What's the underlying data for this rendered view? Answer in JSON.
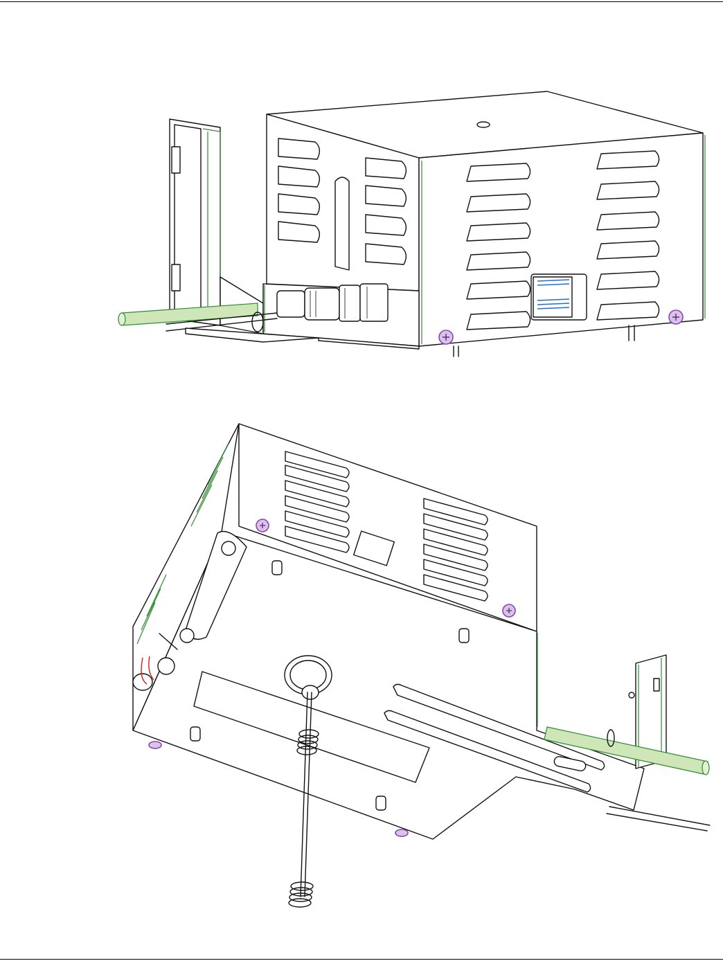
{
  "colors": {
    "line": "#111111",
    "edge_highlight": "#2e8b2e",
    "cable": "#cfe6b8",
    "screw": "#8e44ad",
    "label": "#1e6fd9",
    "wire_red": "#d11a1a"
  },
  "views": [
    {
      "id": "top-view",
      "description_icon": "enclosure-louvered-side-view"
    },
    {
      "id": "bottom-view",
      "description_icon": "enclosure-underside-view"
    }
  ]
}
